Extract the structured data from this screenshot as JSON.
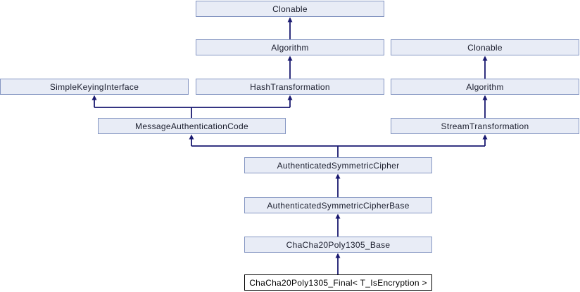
{
  "diagram": {
    "type": "class-inheritance-graph",
    "nodes": [
      {
        "id": "clonable-top",
        "label": "Clonable"
      },
      {
        "id": "algorithm-mid",
        "label": "Algorithm"
      },
      {
        "id": "clonable-right",
        "label": "Clonable"
      },
      {
        "id": "simple-keying-interface",
        "label": "SimpleKeyingInterface"
      },
      {
        "id": "hash-transformation",
        "label": "HashTransformation"
      },
      {
        "id": "algorithm-right",
        "label": "Algorithm"
      },
      {
        "id": "message-authentication-code",
        "label": "MessageAuthenticationCode"
      },
      {
        "id": "stream-transformation",
        "label": "StreamTransformation"
      },
      {
        "id": "authenticated-symmetric-cipher",
        "label": "AuthenticatedSymmetricCipher"
      },
      {
        "id": "authenticated-symmetric-cipher-base",
        "label": "AuthenticatedSymmetricCipherBase"
      },
      {
        "id": "chacha20poly1305-base",
        "label": "ChaCha20Poly1305_Base"
      },
      {
        "id": "chacha20poly1305-final",
        "label": "ChaCha20Poly1305_Final< T_IsEncryption >",
        "current": true
      }
    ],
    "edges": [
      {
        "child": "algorithm-mid",
        "parent": "clonable-top"
      },
      {
        "child": "hash-transformation",
        "parent": "algorithm-mid"
      },
      {
        "child": "algorithm-right",
        "parent": "clonable-right"
      },
      {
        "child": "stream-transformation",
        "parent": "algorithm-right"
      },
      {
        "child": "message-authentication-code",
        "parent": "simple-keying-interface"
      },
      {
        "child": "message-authentication-code",
        "parent": "hash-transformation"
      },
      {
        "child": "authenticated-symmetric-cipher",
        "parent": "message-authentication-code"
      },
      {
        "child": "authenticated-symmetric-cipher",
        "parent": "stream-transformation"
      },
      {
        "child": "authenticated-symmetric-cipher-base",
        "parent": "authenticated-symmetric-cipher"
      },
      {
        "child": "chacha20poly1305-base",
        "parent": "authenticated-symmetric-cipher-base"
      },
      {
        "child": "chacha20poly1305-final",
        "parent": "chacha20poly1305-base"
      }
    ]
  },
  "colors": {
    "background": "#FFFFFF",
    "node_fill": "#E8ECF6",
    "node_border": "#8596C2",
    "node_text": "#1B1E2E",
    "edge": "#191970",
    "current_node_fill": "#FFFFFF",
    "current_node_border": "#000000",
    "current_node_text": "#000000"
  }
}
